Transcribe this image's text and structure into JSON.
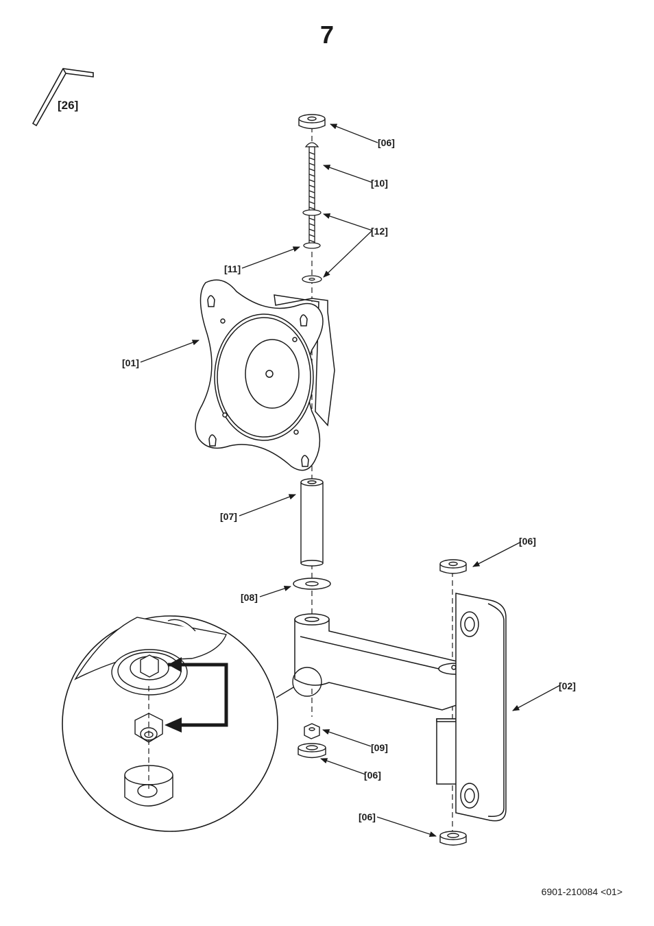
{
  "step": {
    "number": "7"
  },
  "tool": {
    "label": "[26]",
    "icon": "hex-key-icon"
  },
  "parts": {
    "washer_cap_top": "[06]",
    "bolt": "[10]",
    "washers": "[12]",
    "spacer_washer": "[11]",
    "plate": "[01]",
    "sleeve": "[07]",
    "flat_washer": "[08]",
    "cap_right_top": "[06]",
    "wall_bracket": "[02]",
    "nut": "[09]",
    "cap_under_nut": "[06]",
    "cap_bottom": "[06]"
  },
  "document": {
    "code": "6901-210084 <01>"
  }
}
